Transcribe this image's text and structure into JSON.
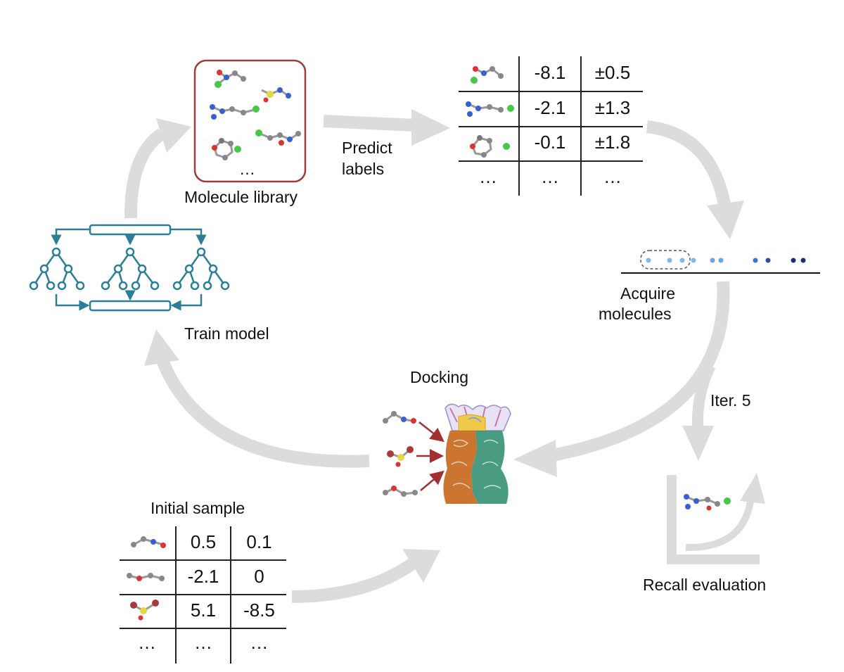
{
  "labels": {
    "molecule_library": "Molecule library",
    "predict_labels": [
      "Predict",
      "labels"
    ],
    "acquire_molecules": [
      "Acquire",
      "molecules"
    ],
    "train_model": "Train model",
    "docking": "Docking",
    "iter": "Iter. 5",
    "initial_sample": "Initial sample",
    "recall_evaluation": "Recall evaluation",
    "library_ellipsis": "…"
  },
  "predicted_table": {
    "rows": [
      {
        "molecule": "molecule-1",
        "score": "-8.1",
        "uncertainty": "±0.5"
      },
      {
        "molecule": "molecule-2",
        "score": "-2.1",
        "uncertainty": "±1.3"
      },
      {
        "molecule": "molecule-3",
        "score": "-0.1",
        "uncertainty": "±1.8"
      },
      {
        "molecule": "",
        "score": "…",
        "uncertainty": "…",
        "first": "…"
      }
    ]
  },
  "initial_table": {
    "rows": [
      {
        "molecule": "molecule-a",
        "col1": "0.5",
        "col2": "0.1"
      },
      {
        "molecule": "molecule-b",
        "col1": "-2.1",
        "col2": "0"
      },
      {
        "molecule": "molecule-c",
        "col1": "5.1",
        "col2": "-8.5"
      },
      {
        "molecule": "",
        "col1": "…",
        "col2": "…",
        "first": "…"
      }
    ]
  },
  "colors": {
    "arrow": "#dcdcdc",
    "library_border": "#9e3b3b",
    "model": "#2a7f96",
    "dot_light": "#7fb6ee",
    "dot_mid": "#3f74c8",
    "dot_dark": "#1b2d74",
    "dock_arrow": "#a33030",
    "protein_orange": "#c7691e",
    "protein_green": "#3a9476"
  }
}
